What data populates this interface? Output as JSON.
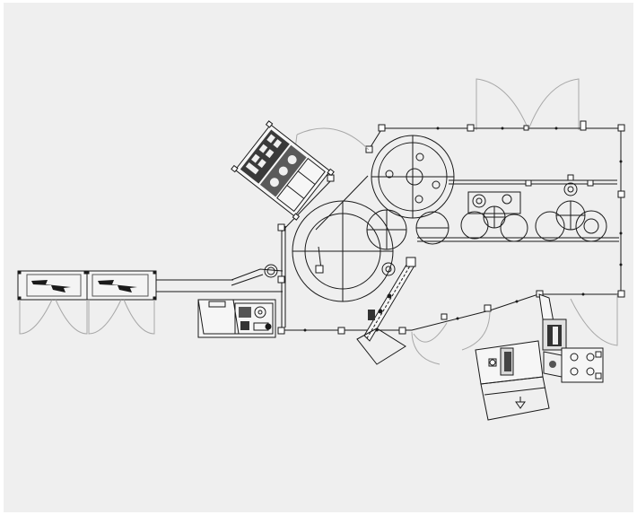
{
  "drawing": {
    "type": "machine-layout-plan",
    "background": "#efefef",
    "line_color": "#1a1a1a",
    "door_color": "#a8a8a8",
    "icons": [
      "lightning-bolt-icon",
      "lightning-bolt-icon"
    ],
    "components": [
      "electrical-cabinet",
      "left-doors",
      "right-doors",
      "top-doors",
      "guard-fence",
      "large-turntable",
      "secondary-turntable",
      "star-wheels",
      "inclined-conveyor",
      "control-unit",
      "capper-module",
      "labeler-module",
      "outfeed-module",
      "feed-chute"
    ]
  }
}
